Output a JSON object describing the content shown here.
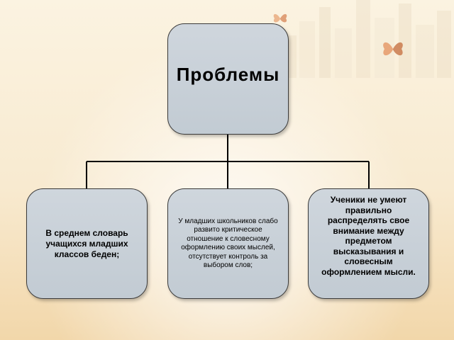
{
  "root": {
    "label": "Проблемы"
  },
  "children": [
    {
      "text": "В среднем словарь учащихся младших классов беден;"
    },
    {
      "text": "У младших школьников слабо развито критическое отношение к словесному оформлению своих мыслей, отсутствует контроль за выбором слов;"
    },
    {
      "text": "Ученики не умеют правильно распределять свое внимание между предметом высказывания и словесным оформлением мысли."
    }
  ],
  "colors": {
    "box_fill": "#c8d0d8",
    "line": "#000000",
    "background": "#f8ead0"
  },
  "icons": [
    "butterfly-icon",
    "butterfly-icon"
  ]
}
